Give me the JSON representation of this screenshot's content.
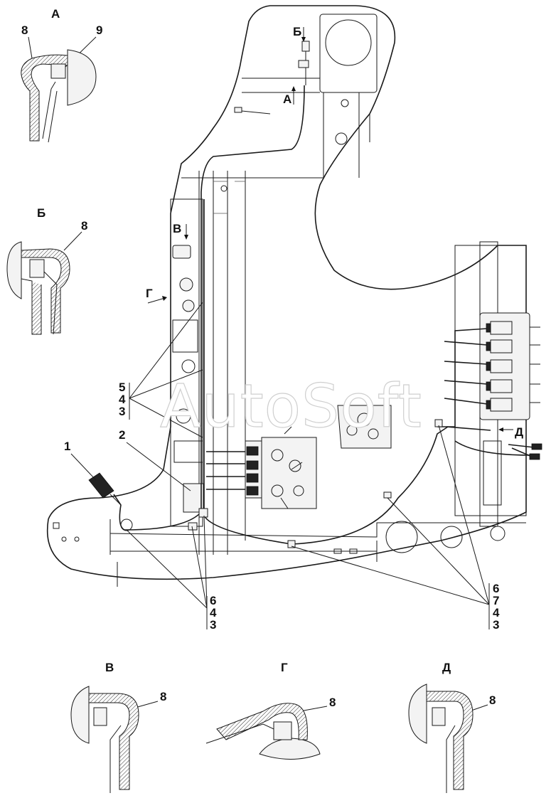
{
  "views": {
    "A": {
      "title": "А",
      "callouts": [
        "8",
        "9"
      ]
    },
    "B": {
      "title": "Б",
      "callouts": [
        "8"
      ]
    },
    "V": {
      "title": "В",
      "callouts": [
        "8"
      ]
    },
    "G": {
      "title": "Г",
      "callouts": [
        "8"
      ]
    },
    "D": {
      "title": "Д",
      "callouts": [
        "8"
      ]
    }
  },
  "view_arrows": {
    "A": "А",
    "B": "Б",
    "V": "В",
    "G": "Г",
    "D": "Д"
  },
  "callouts": {
    "c1": "1",
    "c2": "2",
    "group_left_top": [
      "5",
      "4",
      "3"
    ],
    "group_bottom_mid": [
      "6",
      "4",
      "3"
    ],
    "group_bottom_right": [
      "6",
      "7",
      "4",
      "3"
    ]
  },
  "watermark": "AutoSoft",
  "colors": {
    "line": "#1a1a1a",
    "background": "#ffffff",
    "watermark_stroke": "#cfcfcf"
  }
}
